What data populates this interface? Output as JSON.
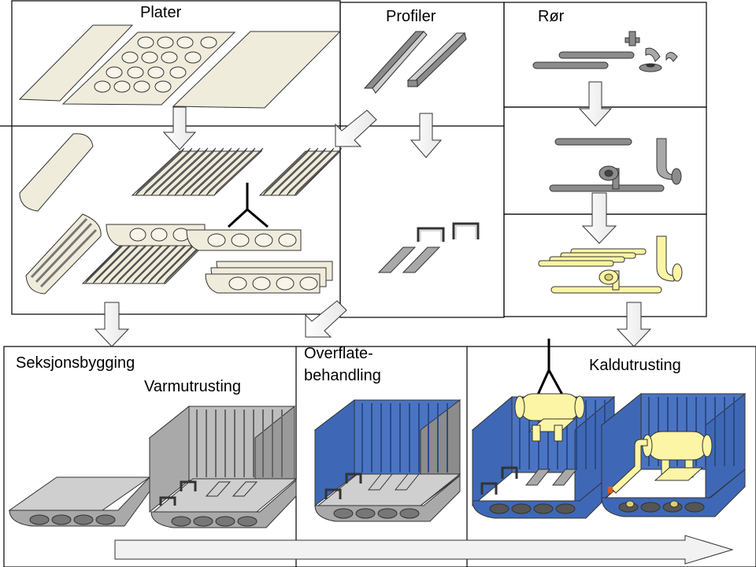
{
  "labels": {
    "plater": "Plater",
    "profiler": "Profiler",
    "ror": "Rør",
    "seksjonsbygging": "Seksjonsbygging",
    "varmutrusting": "Varmutrusting",
    "overflate_line1": "Overflate-",
    "overflate_line2": "behandling",
    "kaldutrusting": "Kaldutrusting"
  },
  "colors": {
    "plate": "#f0ecdc",
    "steel_dark": "#8c8c8c",
    "steel": "#a9a9a9",
    "steel_light": "#cfcfcf",
    "painted": "#3e68b6",
    "painted_dark": "#2d4f93",
    "equipment": "#fdf5a6",
    "hole": "#7b7b7b"
  },
  "icons": [
    "flow-arrow-icon",
    "lifting-sling-icon",
    "progress-arrow-icon"
  ]
}
